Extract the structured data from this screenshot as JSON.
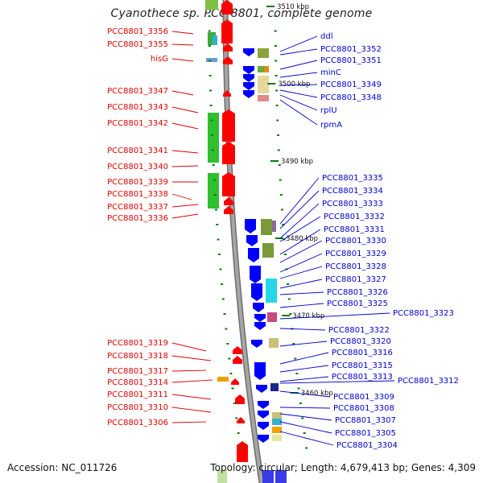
{
  "title": "Cyanothece sp. PCC 8801, complete genome",
  "accession": "Accession: NC_011726",
  "topology": "Topology: circular; Length: 4,679,413 bp; Genes: 4,309",
  "ticks": [
    "3510 kbp",
    "3500 kbp",
    "3490 kbp",
    "3480 kbp",
    "3470 kbp",
    "3460 kbp"
  ],
  "left_labels": [
    "PCC8801_3356",
    "PCC8801_3355",
    "hisG",
    "PCC8801_3347",
    "PCC8801_3343",
    "PCC8801_3342",
    "PCC8801_3341",
    "PCC8801_3340",
    "PCC8801_3339",
    "PCC8801_3338",
    "PCC8801_3337",
    "PCC8801_3336",
    "PCC8801_3319",
    "PCC8801_3318",
    "PCC8801_3317",
    "PCC8801_3314",
    "PCC8801_3311",
    "PCC8801_3310",
    "PCC8801_3306"
  ],
  "right_labels": [
    "ddl",
    "PCC8801_3352",
    "PCC8801_3351",
    "minC",
    "PCC8801_3349",
    "PCC8801_3348",
    "rplU",
    "rpmA",
    "PCC8801_3335",
    "PCC8801_3334",
    "PCC8801_3333",
    "PCC8801_3332",
    "PCC8801_3331",
    "PCC8801_3330",
    "PCC8801_3329",
    "PCC8801_3328",
    "PCC8801_3327",
    "PCC8801_3326",
    "PCC8801_3325",
    "PCC8801_3323",
    "PCC8801_3322",
    "PCC8801_3320",
    "PCC8801_3316",
    "PCC8801_3315",
    "PCC8801_3313",
    "PCC8801_3312",
    "PCC8801_3309",
    "PCC8801_3308",
    "PCC8801_3307",
    "PCC8801_3305",
    "PCC8801_3304"
  ],
  "colors": {
    "forward_strand": "#ff0000",
    "reverse_strand": "#0000ff",
    "left_labels": "#e00000",
    "right_labels": "#0000cc",
    "backbone": "#8a8a8a",
    "tick": "#0a7a0a"
  }
}
